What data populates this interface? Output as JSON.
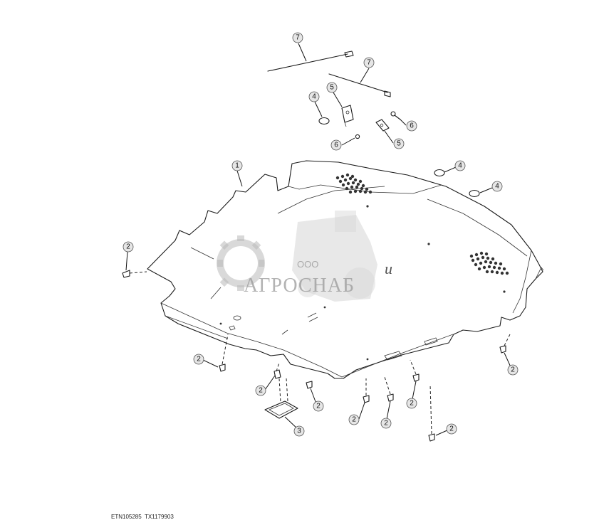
{
  "footer": {
    "figure_id": "ETN105285",
    "figure_ref": "TX1179903"
  },
  "watermark": {
    "company_prefix": "ООО",
    "company_name": "АГРОСНАБ",
    "suffix": "u"
  },
  "callouts": {
    "c1": "1",
    "c2a": "2",
    "c2b": "2",
    "c2c": "2",
    "c2d": "2",
    "c2e": "2",
    "c2f": "2",
    "c2g": "2",
    "c2h": "2",
    "c2i": "2",
    "c3": "3",
    "c4a": "4",
    "c4b": "4",
    "c4c": "4",
    "c5a": "5",
    "c5b": "5",
    "c6a": "6",
    "c6b": "6",
    "c7a": "7",
    "c7b": "7"
  },
  "icons": {
    "watermark": "gear-and-combine-harvester-logo"
  }
}
